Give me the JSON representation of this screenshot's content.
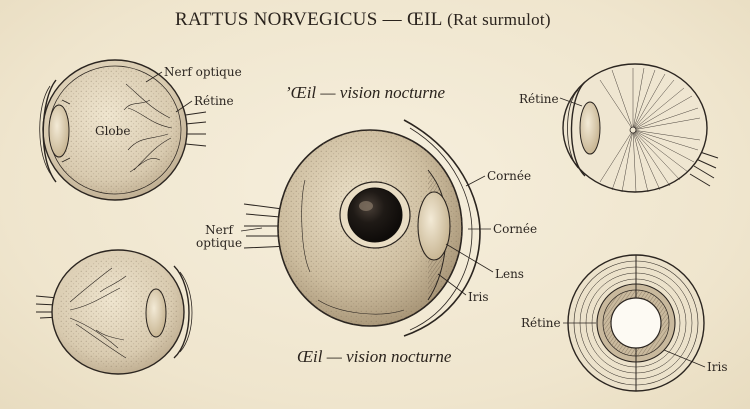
{
  "title": {
    "main": "RATTUS NORVEGICUS — ŒIL",
    "sub": "(Rat surmulot)"
  },
  "captions": {
    "top": "’Œil — vision nocturne",
    "bottom": "Œil — vision nocturne"
  },
  "labels": {
    "nerf_optique_top": "Nerf optique",
    "retine_top_left": "Rétine",
    "globe": "Globe",
    "nerf_center_line1": "Nerf",
    "nerf_center_line2": "optique",
    "cornee_upper": "Cornée",
    "cornee_lower": "Cornée",
    "lens": "Lens",
    "iris_center": "Iris",
    "retine_top_right": "Rétine",
    "retine_bottom_right": "Rétine",
    "iris_bottom_right": "Iris"
  },
  "colors": {
    "paper": "#f2ead6",
    "ink": "#2b2520",
    "pupil": "#1a1613"
  }
}
